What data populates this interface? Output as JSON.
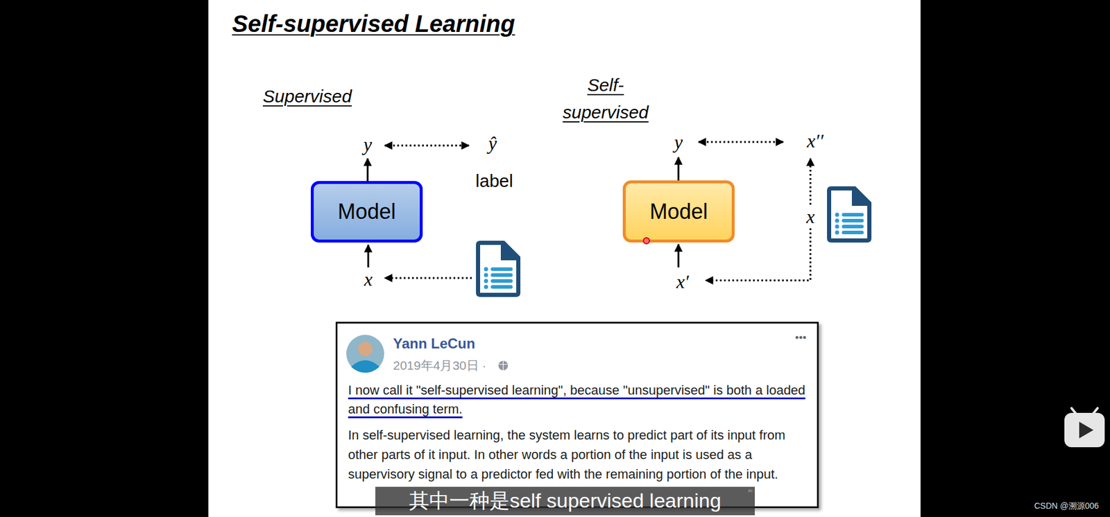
{
  "diagram": {
    "title": "Self-supervised Learning",
    "nodes": [
      {
        "text": [
          "Model"
        ]
      },
      {
        "text": [
          "Model"
        ]
      },
      {
        "text": [
          "Yann LeCun",
          "2019年4月30日 ·",
          "•••",
          "I now call it \"self-supervised learning\", because \"unsupervised\" is both a loaded and confusing term.",
          "In self-supervised learning, the system learns to predict part of its input from other parts of it input. In other words a portion of the input is used as a supervisory signal to a predictor fed with the remaining portion of the input."
        ]
      },
      {
        "text": [
          "其中一种是self supervised learning",
          "AI"
        ]
      }
    ],
    "labels": [
      "Supervised",
      "Self- supervised",
      "y",
      "ŷ",
      "label",
      "x",
      "y",
      "x′′",
      "x",
      "x′",
      "CSDN @溯源006"
    ]
  }
}
